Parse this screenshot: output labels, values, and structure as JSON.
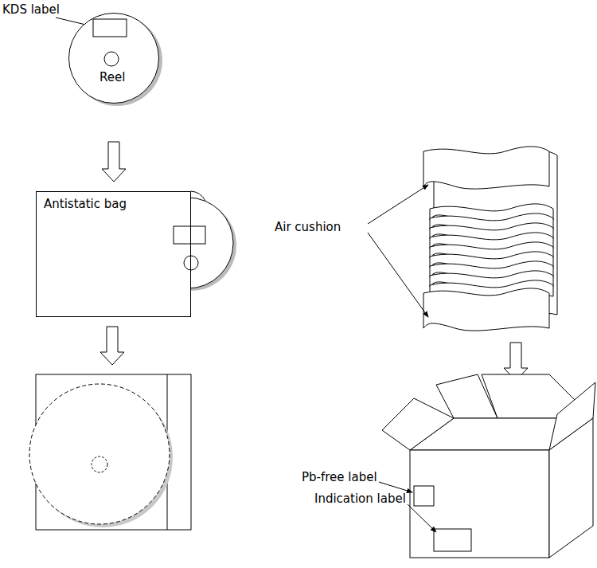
{
  "diagram": {
    "nodes": [
      {
        "text": [
          "Reel"
        ]
      },
      {
        "text": [
          "Antistatic bag"
        ]
      }
    ],
    "edges": [
      {
        "from": 0,
        "to": 1,
        "arrow": "to"
      }
    ],
    "labels": [
      "KDS label",
      "Air cushion",
      "Pb-free label",
      "Indication label"
    ]
  }
}
